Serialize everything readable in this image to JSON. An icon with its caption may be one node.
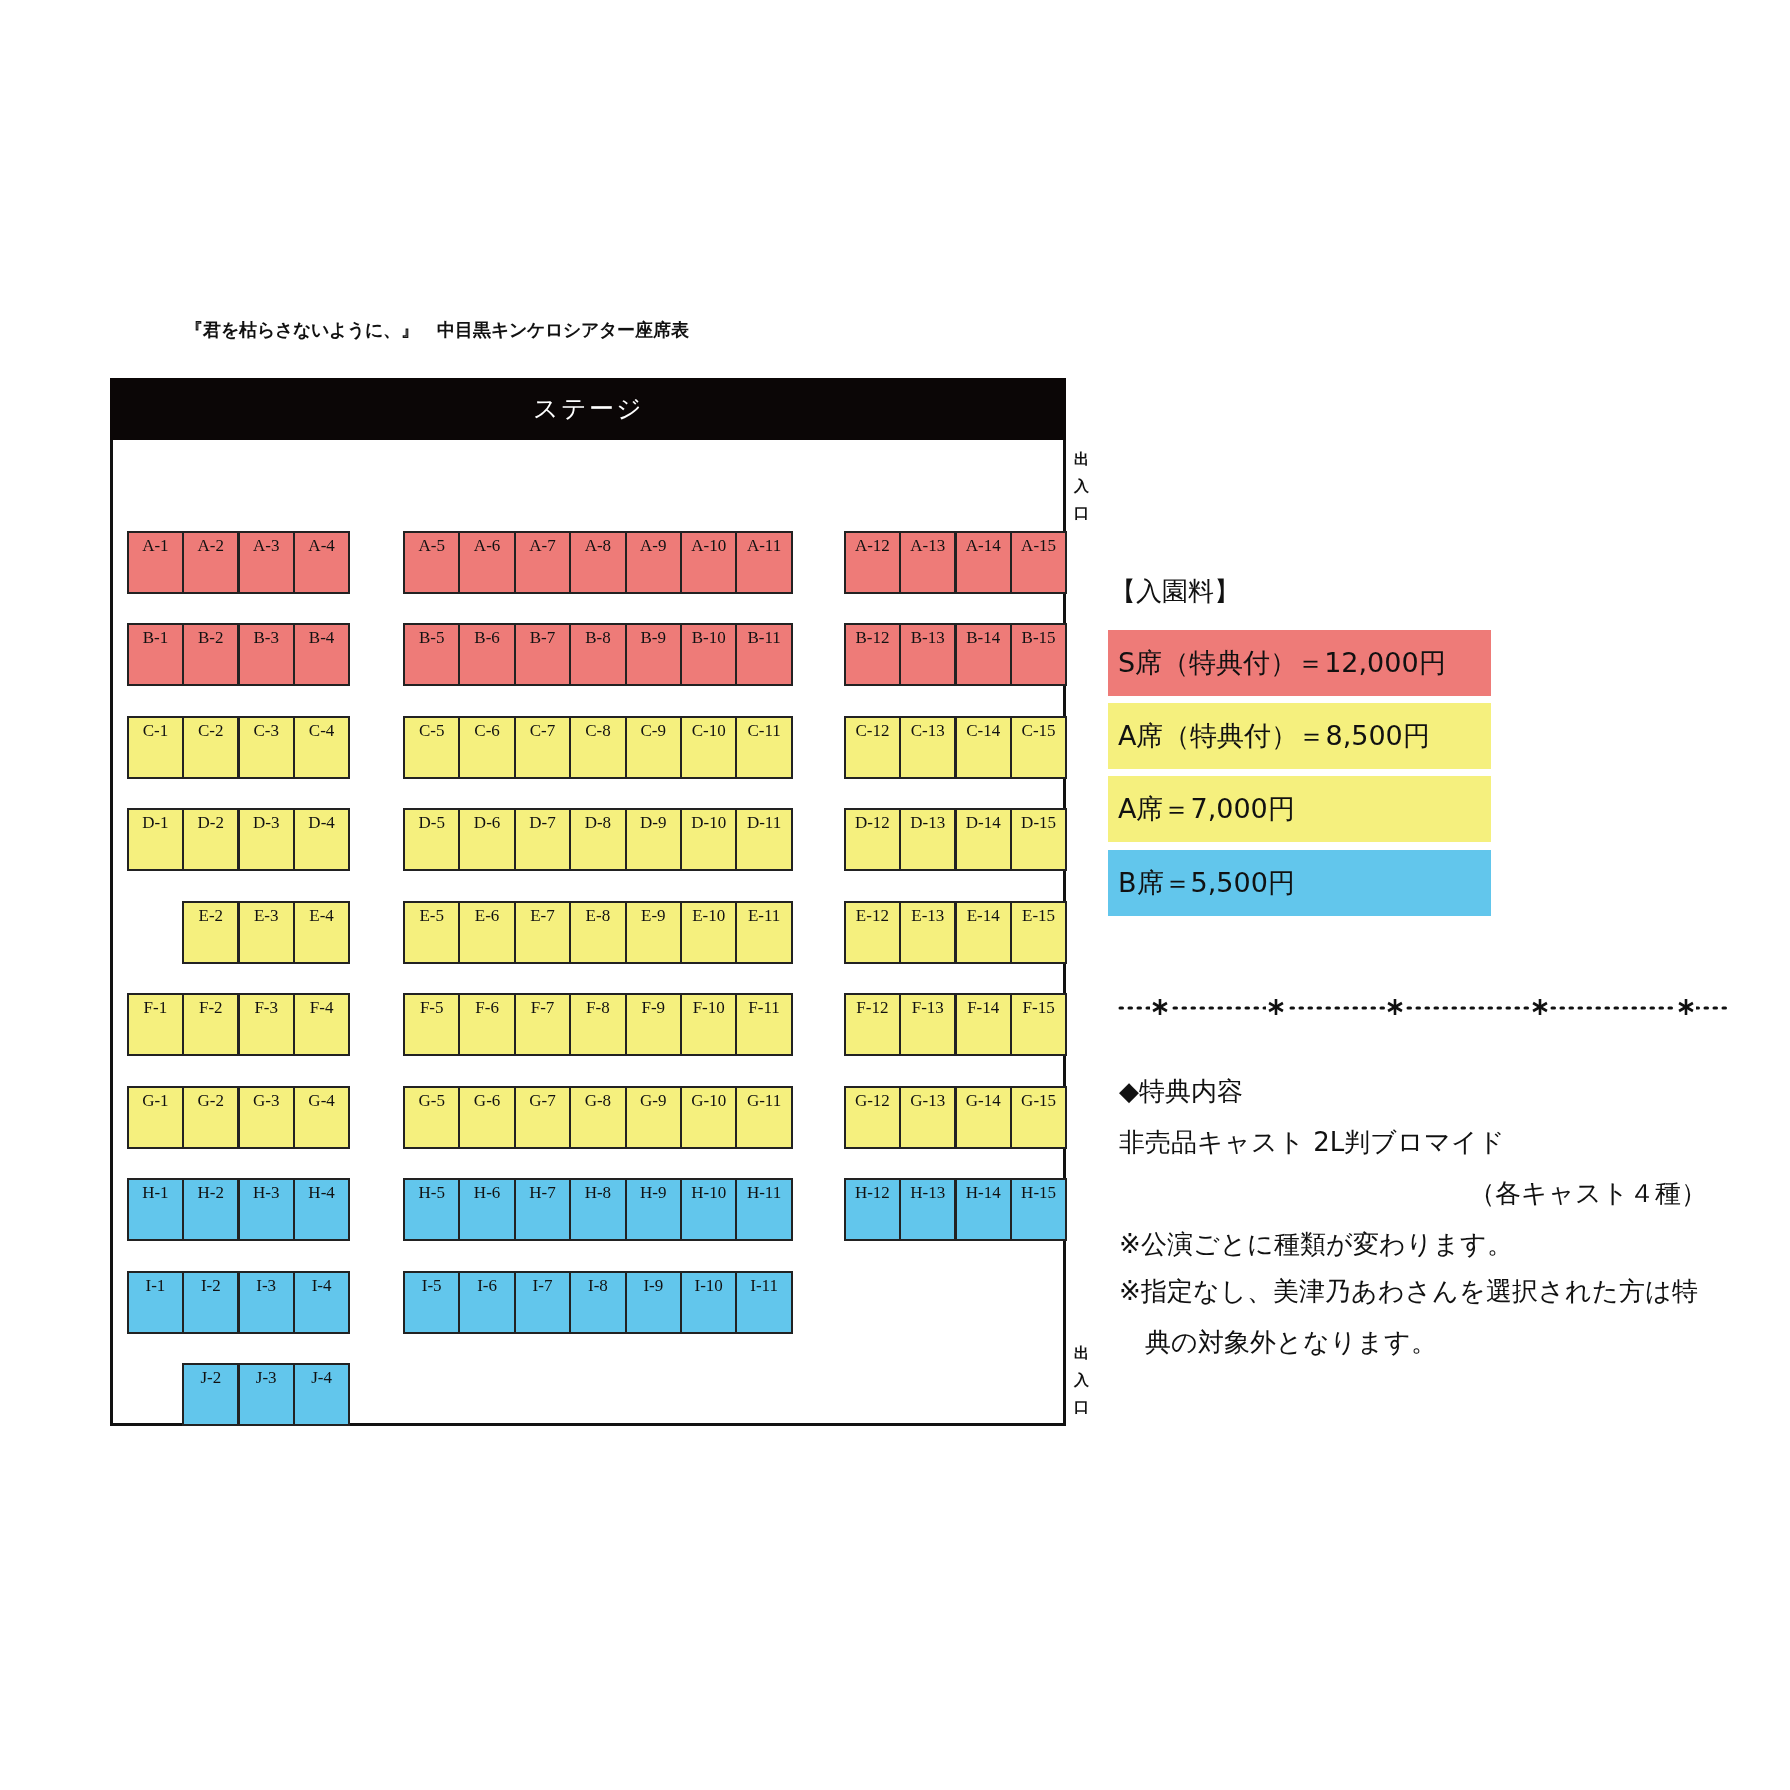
{
  "diagram": {
    "title": "『君を枯らさないように、』　中目黒キンケロシアター座席表",
    "nodes": [
      {
        "text": [
          "ステージ"
        ]
      },
      {
        "text": [
          "A-1"
        ]
      },
      {
        "text": [
          "A-2"
        ]
      },
      {
        "text": [
          "A-3"
        ]
      },
      {
        "text": [
          "A-4"
        ]
      },
      {
        "text": [
          "A-5"
        ]
      },
      {
        "text": [
          "A-6"
        ]
      },
      {
        "text": [
          "A-7"
        ]
      },
      {
        "text": [
          "A-8"
        ]
      },
      {
        "text": [
          "A-9"
        ]
      },
      {
        "text": [
          "A-10"
        ]
      },
      {
        "text": [
          "A-11"
        ]
      },
      {
        "text": [
          "A-12"
        ]
      },
      {
        "text": [
          "A-13"
        ]
      },
      {
        "text": [
          "A-14"
        ]
      },
      {
        "text": [
          "A-15"
        ]
      },
      {
        "text": [
          "B-1"
        ]
      },
      {
        "text": [
          "B-2"
        ]
      },
      {
        "text": [
          "B-3"
        ]
      },
      {
        "text": [
          "B-4"
        ]
      },
      {
        "text": [
          "B-5"
        ]
      },
      {
        "text": [
          "B-6"
        ]
      },
      {
        "text": [
          "B-7"
        ]
      },
      {
        "text": [
          "B-8"
        ]
      },
      {
        "text": [
          "B-9"
        ]
      },
      {
        "text": [
          "B-10"
        ]
      },
      {
        "text": [
          "B-11"
        ]
      },
      {
        "text": [
          "B-12"
        ]
      },
      {
        "text": [
          "B-13"
        ]
      },
      {
        "text": [
          "B-14"
        ]
      },
      {
        "text": [
          "B-15"
        ]
      },
      {
        "text": [
          "C-1"
        ]
      },
      {
        "text": [
          "C-2"
        ]
      },
      {
        "text": [
          "C-3"
        ]
      },
      {
        "text": [
          "C-4"
        ]
      },
      {
        "text": [
          "C-5"
        ]
      },
      {
        "text": [
          "C-6"
        ]
      },
      {
        "text": [
          "C-7"
        ]
      },
      {
        "text": [
          "C-8"
        ]
      },
      {
        "text": [
          "C-9"
        ]
      },
      {
        "text": [
          "C-10"
        ]
      },
      {
        "text": [
          "C-11"
        ]
      },
      {
        "text": [
          "C-12"
        ]
      },
      {
        "text": [
          "C-13"
        ]
      },
      {
        "text": [
          "C-14"
        ]
      },
      {
        "text": [
          "C-15"
        ]
      },
      {
        "text": [
          "D-1"
        ]
      },
      {
        "text": [
          "D-2"
        ]
      },
      {
        "text": [
          "D-3"
        ]
      },
      {
        "text": [
          "D-4"
        ]
      },
      {
        "text": [
          "D-5"
        ]
      },
      {
        "text": [
          "D-6"
        ]
      },
      {
        "text": [
          "D-7"
        ]
      },
      {
        "text": [
          "D-8"
        ]
      },
      {
        "text": [
          "D-9"
        ]
      },
      {
        "text": [
          "D-10"
        ]
      },
      {
        "text": [
          "D-11"
        ]
      },
      {
        "text": [
          "D-12"
        ]
      },
      {
        "text": [
          "D-13"
        ]
      },
      {
        "text": [
          "D-14"
        ]
      },
      {
        "text": [
          "D-15"
        ]
      },
      {
        "text": [
          "E-2"
        ]
      },
      {
        "text": [
          "E-3"
        ]
      },
      {
        "text": [
          "E-4"
        ]
      },
      {
        "text": [
          "E-5"
        ]
      },
      {
        "text": [
          "E-6"
        ]
      },
      {
        "text": [
          "E-7"
        ]
      },
      {
        "text": [
          "E-8"
        ]
      },
      {
        "text": [
          "E-9"
        ]
      },
      {
        "text": [
          "E-10"
        ]
      },
      {
        "text": [
          "E-11"
        ]
      },
      {
        "text": [
          "E-12"
        ]
      },
      {
        "text": [
          "E-13"
        ]
      },
      {
        "text": [
          "E-14"
        ]
      },
      {
        "text": [
          "E-15"
        ]
      },
      {
        "text": [
          "F-1"
        ]
      },
      {
        "text": [
          "F-2"
        ]
      },
      {
        "text": [
          "F-3"
        ]
      },
      {
        "text": [
          "F-4"
        ]
      },
      {
        "text": [
          "F-5"
        ]
      },
      {
        "text": [
          "F-6"
        ]
      },
      {
        "text": [
          "F-7"
        ]
      },
      {
        "text": [
          "F-8"
        ]
      },
      {
        "text": [
          "F-9"
        ]
      },
      {
        "text": [
          "F-10"
        ]
      },
      {
        "text": [
          "F-11"
        ]
      },
      {
        "text": [
          "F-12"
        ]
      },
      {
        "text": [
          "F-13"
        ]
      },
      {
        "text": [
          "F-14"
        ]
      },
      {
        "text": [
          "F-15"
        ]
      },
      {
        "text": [
          "G-1"
        ]
      },
      {
        "text": [
          "G-2"
        ]
      },
      {
        "text": [
          "G-3"
        ]
      },
      {
        "text": [
          "G-4"
        ]
      },
      {
        "text": [
          "G-5"
        ]
      },
      {
        "text": [
          "G-6"
        ]
      },
      {
        "text": [
          "G-7"
        ]
      },
      {
        "text": [
          "G-8"
        ]
      },
      {
        "text": [
          "G-9"
        ]
      },
      {
        "text": [
          "G-10"
        ]
      },
      {
        "text": [
          "G-11"
        ]
      },
      {
        "text": [
          "G-12"
        ]
      },
      {
        "text": [
          "G-13"
        ]
      },
      {
        "text": [
          "G-14"
        ]
      },
      {
        "text": [
          "G-15"
        ]
      },
      {
        "text": [
          "H-1"
        ]
      },
      {
        "text": [
          "H-2"
        ]
      },
      {
        "text": [
          "H-3"
        ]
      },
      {
        "text": [
          "H-4"
        ]
      },
      {
        "text": [
          "H-5"
        ]
      },
      {
        "text": [
          "H-6"
        ]
      },
      {
        "text": [
          "H-7"
        ]
      },
      {
        "text": [
          "H-8"
        ]
      },
      {
        "text": [
          "H-9"
        ]
      },
      {
        "text": [
          "H-10"
        ]
      },
      {
        "text": [
          "H-11"
        ]
      },
      {
        "text": [
          "H-12"
        ]
      },
      {
        "text": [
          "H-13"
        ]
      },
      {
        "text": [
          "H-14"
        ]
      },
      {
        "text": [
          "H-15"
        ]
      },
      {
        "text": [
          "I-1"
        ]
      },
      {
        "text": [
          "I-2"
        ]
      },
      {
        "text": [
          "I-3"
        ]
      },
      {
        "text": [
          "I-4"
        ]
      },
      {
        "text": [
          "I-5"
        ]
      },
      {
        "text": [
          "I-6"
        ]
      },
      {
        "text": [
          "I-7"
        ]
      },
      {
        "text": [
          "I-8"
        ]
      },
      {
        "text": [
          "I-9"
        ]
      },
      {
        "text": [
          "I-10"
        ]
      },
      {
        "text": [
          "I-11"
        ]
      },
      {
        "text": [
          "J-2"
        ]
      },
      {
        "text": [
          "J-3"
        ]
      },
      {
        "text": [
          "J-4"
        ]
      }
    ],
    "labels": [
      "出入口",
      "出入口",
      "【入園料】",
      "◆特典内容",
      "非売品キャスト 2L判ブロマイド",
      "（各キャスト４種）",
      "※公演ごとに種類が変わります。",
      "※指定なし、美津乃あわさんを選択された方は特典の対象外となります。"
    ],
    "legend": [
      {
        "text": "S席（特典付）＝12,000円",
        "color": "#ee7b78"
      },
      {
        "text": "A席（特典付）＝8,500円",
        "color": "#f5f07e"
      },
      {
        "text": "A席＝7,000円",
        "color": "#f5f07e"
      },
      {
        "text": "B席＝5,500円",
        "color": "#62c6ec"
      }
    ]
  }
}
